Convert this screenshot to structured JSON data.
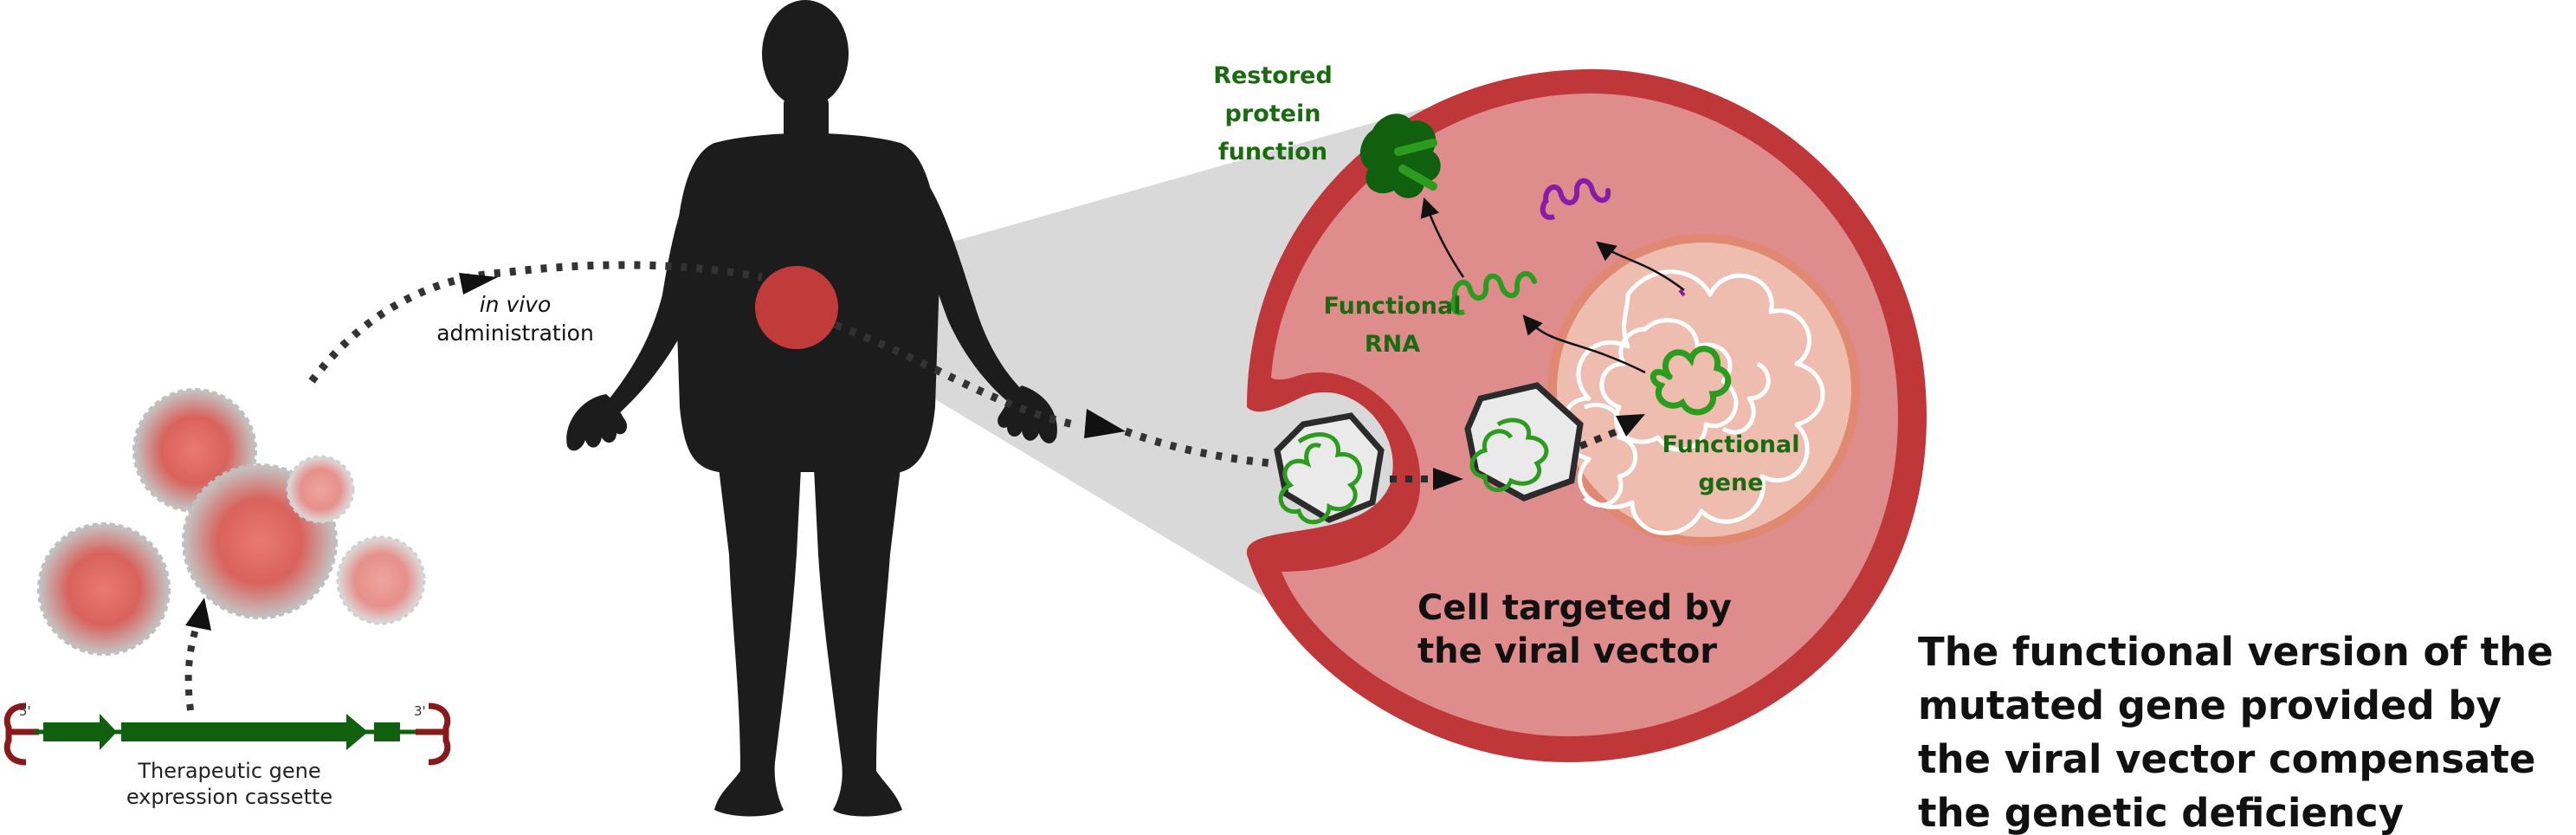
{
  "labels": {
    "restored_protein": [
      "Restored",
      "protein",
      "function"
    ],
    "in_vivo": "in vivo",
    "administration": "administration",
    "functional_rna": [
      "Functional",
      "RNA"
    ],
    "functional_gene": [
      "Functional",
      "gene"
    ],
    "cell_targeted": [
      "Cell targeted by",
      "the viral vector"
    ],
    "cassette": [
      "Therapeutic gene",
      "expression cassette"
    ],
    "five_prime": "5'",
    "three_prime": "3'",
    "caption": [
      "The functional version of the",
      "mutated gene provided by",
      "the viral vector compensate",
      "the genetic deficiency"
    ]
  },
  "colors": {
    "membrane": "#c0373a",
    "cytoplasm": "#de8c8c",
    "nucleus_fill": "#eebdb0",
    "nucleus_border": "#e08872",
    "gene_green": "#2c9c1e",
    "label_green": "#1a6b10",
    "dark_green": "#10600f",
    "purple": "#8a1aa8",
    "body": "#1c1c1c",
    "target_spot": "#c23b3b",
    "zoom_cone": "#d9d9d9",
    "virus_red": "#e06c66",
    "virus_grey": "#b8b8b8",
    "itr": "#8a1a1a"
  }
}
